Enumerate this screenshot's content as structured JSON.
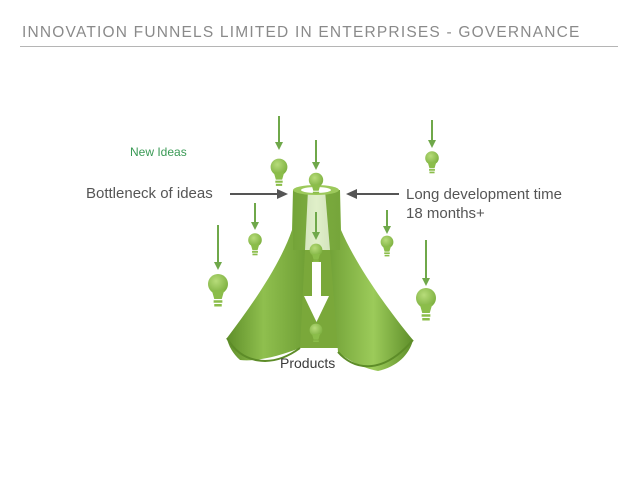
{
  "header": {
    "title": "INNOVATION FUNNELS LIMITED IN ENTERPRISES - GOVERNANCE"
  },
  "diagram": {
    "new_ideas_label": "New Ideas",
    "bottleneck_label": "Bottleneck of ideas",
    "long_dev_label": {
      "line1": "Long development time",
      "line2": "18 months+"
    },
    "products_label": "Products"
  },
  "colors": {
    "funnel_green": "#7cab3e",
    "bulb_green": "#8bbd4a",
    "arrow_green": "#6fa84a",
    "pointer_grey": "#555555",
    "title_grey": "#8a8a8a"
  },
  "icons": [
    "lightbulb-icon",
    "down-arrow-icon",
    "pointer-arrow-icon"
  ]
}
